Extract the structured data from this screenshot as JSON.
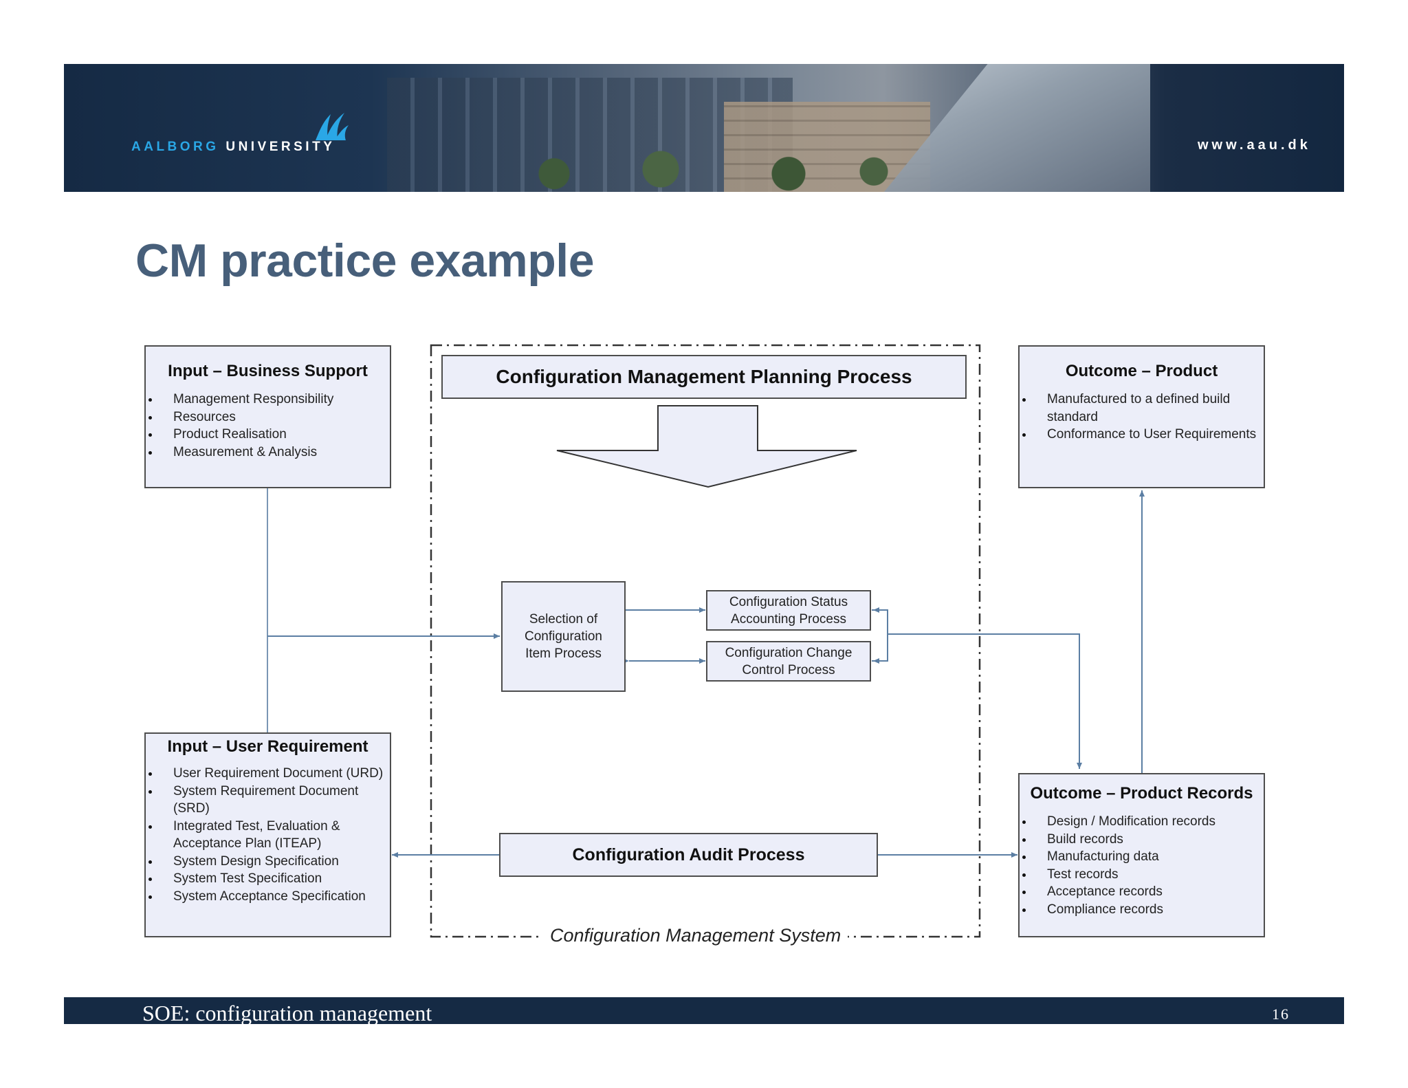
{
  "header": {
    "logo_part1": "AALBORG",
    "logo_part2": "UNIVERSITY",
    "url": "www.aau.dk"
  },
  "title": "CM practice example",
  "diagram": {
    "input_business": {
      "title": "Input – Business Support",
      "items": [
        "Management Responsibility",
        "Resources",
        "Product Realisation",
        "Measurement & Analysis"
      ]
    },
    "input_user": {
      "title": "Input – User Requirement",
      "items": [
        "User Requirement Document (URD)",
        "System Requirement Document (SRD)",
        "Integrated Test, Evaluation & Acceptance Plan (ITEAP)",
        "System Design Specification",
        "System Test Specification",
        "System Acceptance Specification"
      ]
    },
    "outcome_product": {
      "title": "Outcome – Product",
      "items": [
        "Manufactured to a defined build standard",
        "Conformance to User Requirements"
      ]
    },
    "outcome_records": {
      "title": "Outcome – Product Records",
      "items": [
        "Design / Modification records",
        "Build records",
        "Manufacturing data",
        "Test records",
        "Acceptance records",
        "Compliance records"
      ]
    },
    "planning": "Configuration Management Planning Process",
    "selection": "Selection of Configuration Item Process",
    "status": "Configuration Status Accounting Process",
    "change": "Configuration Change Control Process",
    "audit": "Configuration Audit Process",
    "system_label": "Configuration Management System"
  },
  "footer": {
    "text": "SOE: configuration management",
    "page": "16"
  },
  "colors": {
    "banner": "#152a44",
    "title": "#475f7a",
    "box_fill": "#eceef9",
    "arrow": "#6f8fb0",
    "logo_accent": "#2aa7e6"
  }
}
